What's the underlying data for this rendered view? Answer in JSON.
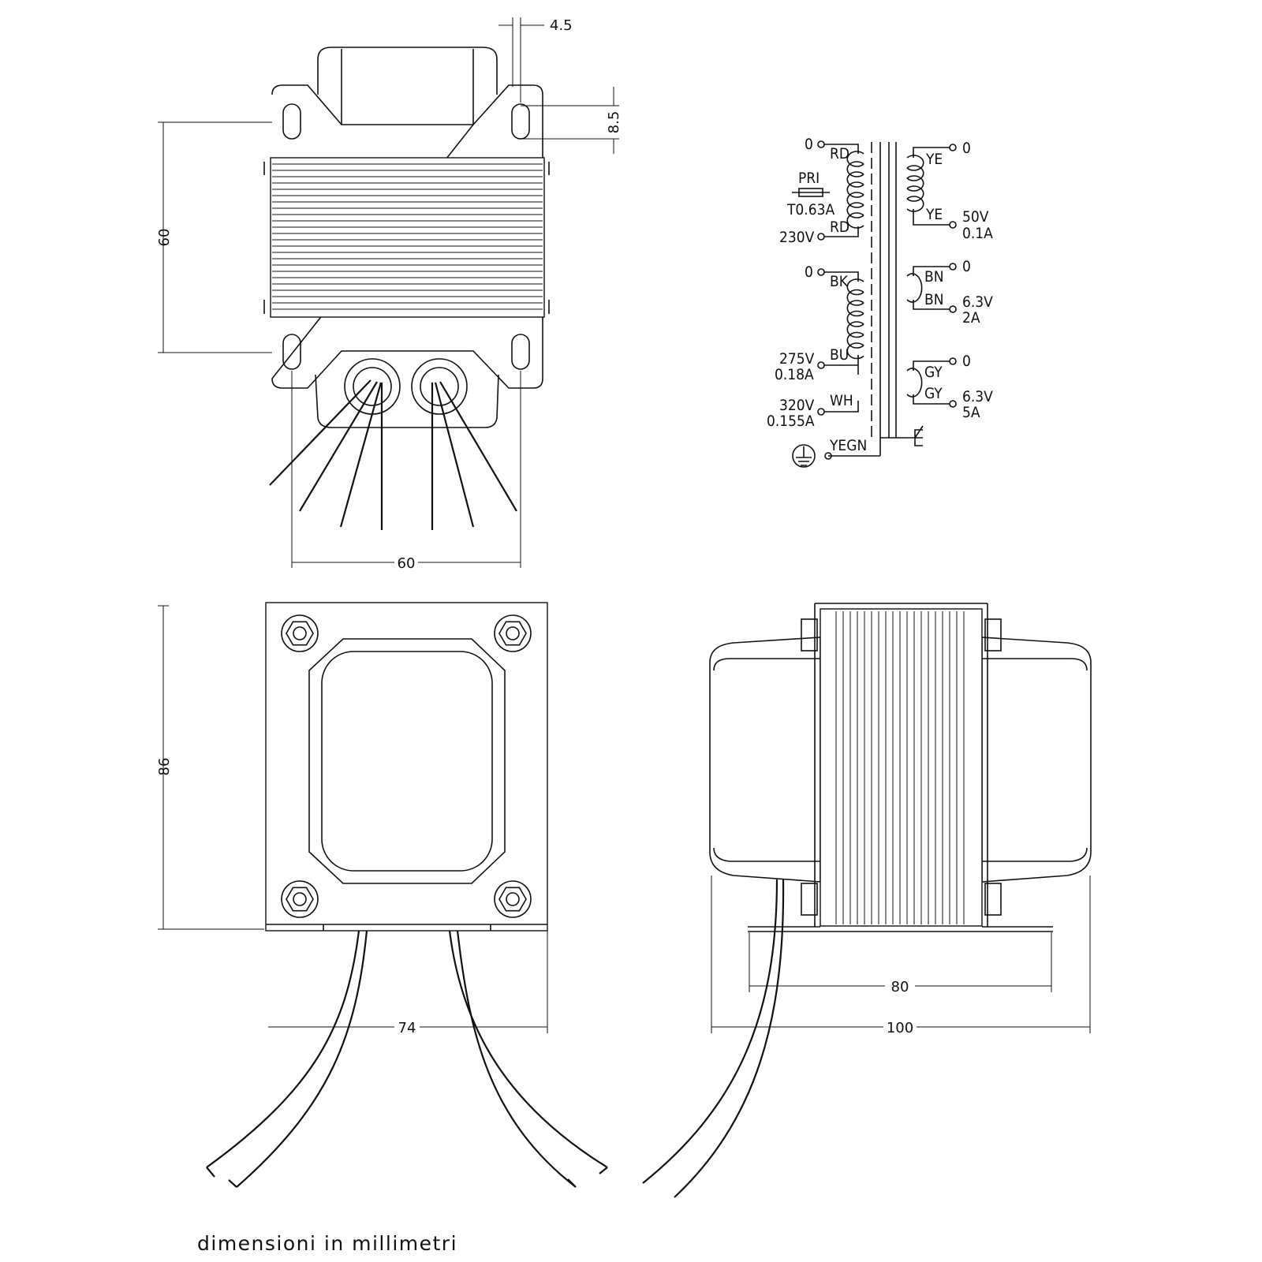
{
  "dimensions": {
    "top_view_height": "60",
    "top_view_width": "60",
    "slot_offset": "4.5",
    "slot_length": "8.5",
    "front_view_height": "86",
    "front_view_width": "74",
    "side_view_foot": "80",
    "side_view_overall": "100"
  },
  "schematic": {
    "primary": {
      "fuse_label": "PRI",
      "fuse_rating": "T0.63A",
      "start_terminal": "0",
      "end_terminal": "230V",
      "wire_start": "RD",
      "wire_end": "RD"
    },
    "hv": {
      "start_terminal": "0",
      "wire_start": "BK",
      "tap_wire": "BU",
      "tap_voltage": "275V",
      "tap_current": "0.18A",
      "end_wire": "WH",
      "end_voltage": "320V",
      "end_current": "0.155A"
    },
    "ground": {
      "wire": "YEGN"
    },
    "sec1": {
      "start_terminal": "0",
      "wire_start": "YE",
      "wire_end": "YE",
      "voltage": "50V",
      "current": "0.1A"
    },
    "sec2": {
      "start_terminal": "0",
      "wire_start": "BN",
      "wire_end": "BN",
      "voltage": "6.3V",
      "current": "2A"
    },
    "sec3": {
      "start_terminal": "0",
      "wire_start": "GY",
      "wire_end": "GY",
      "voltage": "6.3V",
      "current": "5A"
    }
  },
  "footer": {
    "units_note": "dimensioni  in  millimetri"
  }
}
